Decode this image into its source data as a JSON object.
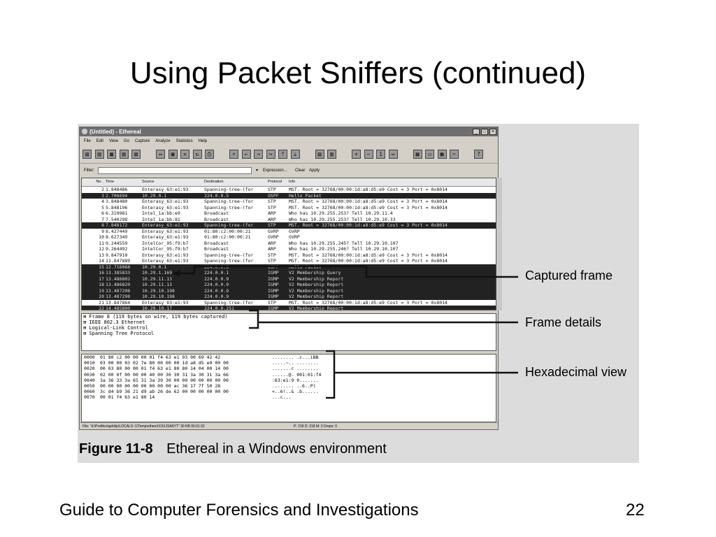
{
  "slide": {
    "title": "Using Packet Sniffers (continued)",
    "footer_left": "Guide to Computer Forensics and Investigations",
    "page_number": "22"
  },
  "window": {
    "title": "(Untitled) - Ethereal",
    "menu": [
      "File",
      "Edit",
      "View",
      "Go",
      "Capture",
      "Analyze",
      "Statistics",
      "Help"
    ],
    "filter": {
      "label": "Filter:",
      "value": "",
      "expression_label": "Expression...",
      "clear_label": "Clear",
      "apply_label": "Apply"
    },
    "columns": [
      "No. .",
      "Time",
      "Source",
      "Destination",
      "Protocol",
      "Info"
    ],
    "packets": [
      {
        "no": "2",
        "time": "1.848486",
        "src": "Enterasy_63:e1:93",
        "dst": "Spanning-tree-(for",
        "proto": "STP",
        "info": "MST. Root = 32768/00:00:1d:a8:d5:e9   Cost = 3   Port = 0x8014",
        "dark": false
      },
      {
        "no": "3",
        "time": "2.706694",
        "src": "10.29.0.1",
        "dst": "224.0.0.5",
        "proto": "OSPF",
        "info": "Hello Packet",
        "dark": true
      },
      {
        "no": "4",
        "time": "3.848480",
        "src": "Enterasy_63:e1:93",
        "dst": "Spanning-tree-(for",
        "proto": "STP",
        "info": "MST. Root = 32768/00:00:1d:a8:d5:e9   Cost = 3   Port = 0x8014",
        "dark": false
      },
      {
        "no": "5",
        "time": "5.848196",
        "src": "Enterasy_63:e1:93",
        "dst": "Spanning-tree-(for",
        "proto": "STP",
        "info": "MST. Root = 32768/00:00:1d:a8:d5:e9   Cost = 3   Port = 0x8014",
        "dark": false
      },
      {
        "no": "6",
        "time": "6.319981",
        "src": "Intel_1a:bb:e9",
        "dst": "Broadcast",
        "proto": "ARP",
        "info": "Who has 10.29.255.253?  Tell 10.29.11.4",
        "dark": false
      },
      {
        "no": "7",
        "time": "7.540298",
        "src": "Intel_1a:bb:81",
        "dst": "Broadcast",
        "proto": "ARP",
        "info": "Who has 10.29.255.253?  Tell 10.29.10.33",
        "dark": false
      },
      {
        "no": "8",
        "time": "7.848172",
        "src": "Enterasy_63:e1:93",
        "dst": "Spanning-tree-(for",
        "proto": "STP",
        "info": "MST. Root = 32768/00:00:1d:a8:d5:e9   Cost = 3   Port = 0x8014",
        "dark": true
      },
      {
        "no": "9",
        "time": "8.427449",
        "src": "Enterasy_63:e1:93",
        "dst": "01:80:c2:00:00:21",
        "proto": "GVRP",
        "info": "GVRP",
        "dark": false
      },
      {
        "no": "10",
        "time": "8.627349",
        "src": "Enterasy_63:e1:93",
        "dst": "01:80:c2:00:00:21",
        "proto": "GVRP",
        "info": "GVRP",
        "dark": false
      },
      {
        "no": "11",
        "time": "9.244559",
        "src": "IntelCor_95:f9:b7",
        "dst": "Broadcast",
        "proto": "ARP",
        "info": "Who has 10.29.255.245?  Tell 10.29.10.107",
        "dark": false
      },
      {
        "no": "12",
        "time": "9.264492",
        "src": "IntelCor_95:f9:b7",
        "dst": "Broadcast",
        "proto": "ARP",
        "info": "Who has 10.29.255.246?  Tell 10.29.10.107",
        "dark": false
      },
      {
        "no": "13",
        "time": "9.847910",
        "src": "Enterasy_63:e1:93",
        "dst": "Spanning-tree-(for",
        "proto": "STP",
        "info": "MST. Root = 32768/00:00:1d:a8:d5:e9   Cost = 3   Port = 0x8014",
        "dark": false
      },
      {
        "no": "14",
        "time": "11.847889",
        "src": "Enterasy_63:e1:93",
        "dst": "Spanning-tree-(for",
        "proto": "STP",
        "info": "MST. Root = 32768/00:00:1d:a8:d5:e9   Cost = 3   Port = 0x8014",
        "dark": false
      },
      {
        "no": "15",
        "time": "12.716068",
        "src": "10.29.0.1",
        "dst": "224.0.0.5",
        "proto": "OSPF",
        "info": "Hello Packet",
        "dark": true
      },
      {
        "no": "16",
        "time": "13.385833",
        "src": "10.29.1.169",
        "dst": "224.0.0.1",
        "proto": "IGMP",
        "info": "V2 Membership Query",
        "dark": true
      },
      {
        "no": "17",
        "time": "13.486802",
        "src": "10.29.11.13",
        "dst": "224.0.0.9",
        "proto": "IGMP",
        "info": "V2 Membership Report",
        "dark": true
      },
      {
        "no": "18",
        "time": "13.486820",
        "src": "10.29.11.13",
        "dst": "224.0.0.9",
        "proto": "IGMP",
        "info": "V2 Membership Report",
        "dark": true
      },
      {
        "no": "19",
        "time": "13.487208",
        "src": "10.29.10.198",
        "dst": "224.0.0.9",
        "proto": "IGMP",
        "info": "V2 Membership Report",
        "dark": true
      },
      {
        "no": "20",
        "time": "13.487298",
        "src": "10.29.10.198",
        "dst": "224.0.0.9",
        "proto": "IGMP",
        "info": "V2 Membership Report",
        "dark": true
      },
      {
        "no": "21",
        "time": "13.847864",
        "src": "Enterasy_63:e1:93",
        "dst": "Spanning-tree-(for",
        "proto": "STP",
        "info": "MST. Root = 32768/00:00:1d:a8:d5:e9   Cost = 3   Port = 0x8014",
        "dark": false
      },
      {
        "no": "22",
        "time": "14.485800",
        "src": "10.29.10.17",
        "dst": "224.0.0.251",
        "proto": "IGMP",
        "info": "V2 Membership Report",
        "dark": true
      }
    ],
    "details": [
      "⊞ Frame 8 (119 bytes on wire, 119 bytes captured)",
      "⊞ IEEE 802.3 Ethernet",
      "⊞ Logical-Link Control",
      "⊞ Spanning Tree Protocol"
    ],
    "hex": [
      {
        "offset": "0000",
        "bytes": "01 80 c2 00 00 00 01 f4  63 e1 93 00 69 42 42",
        "ascii": "........ .c...iBB"
      },
      {
        "offset": "0010",
        "bytes": "03 00 00 03 02 7e 80 00  00 00 1d a8 d5 e9 00 00",
        "ascii": ".....~.. ........"
      },
      {
        "offset": "0020",
        "bytes": "00 03 80 00 00 01 f4 63  e1 80 80 14 04 00 14 00",
        "ascii": ".......c ........"
      },
      {
        "offset": "0030",
        "bytes": "02 00 0f 00 00 00 40 00  30 30 31 3a 30 31 3a 66",
        "ascii": "......@. 001:01:f4"
      },
      {
        "offset": "0040",
        "bytes": "3a 36 33 3a 65 31 3a 39  30 00 00 00 00 00 00 00",
        "ascii": ":63:e1:9 0......."
      },
      {
        "offset": "0050",
        "bytes": "00 00 00 00 00 00 00 00  00 ac 36 17 7f 50 28",
        "ascii": "........ ..6..P("
      },
      {
        "offset": "0060",
        "bytes": "3c d4 b9 36 21 d9 ab 26  de 62 00 00 00 00 00 00",
        "ascii": "<..6!..& .b......"
      },
      {
        "offset": "0070",
        "bytes": "00 01 f4 63 e1 80 14",
        "ascii": "...c..."
      }
    ],
    "status_file": "File: \"d:\\Profiles\\aphil\\p\\LOCALS~1\\Temp\\ethenXXXXJSA6YT\" 30 KB 00:01:32",
    "status_counts": "P: 218 D: 218 M: 0 Drops: 0"
  },
  "callouts": {
    "captured_frame": "Captured frame",
    "frame_details": "Frame details",
    "hex_view": "Hexadecimal view"
  },
  "caption": {
    "label": "Figure 11-8",
    "text": "Ethereal in a Windows environment"
  }
}
